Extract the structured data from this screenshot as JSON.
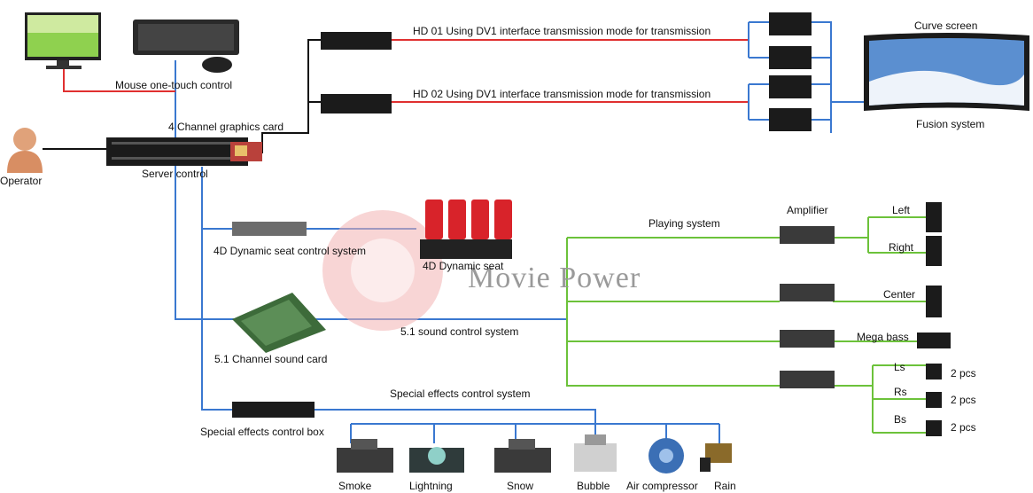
{
  "colors": {
    "blue_line": "#3a78d0",
    "red_line": "#e03030",
    "green_line": "#6cc23a",
    "black_line": "#111111",
    "device_dark": "#1b1b1b",
    "seat_red": "#d8232a",
    "watermark_red": "#f2b3b3"
  },
  "top": {
    "mouse_control": "Mouse one-touch control",
    "graphics_card": "4 Channel graphics card",
    "server_control": "Server control",
    "operator": "Operator",
    "hd01": "HD 01 Using DV1 interface transmission mode for transmission",
    "hd02": "HD 02 Using DV1 interface transmission mode for transmission",
    "curve_screen": "Curve screen",
    "fusion_system": "Fusion system"
  },
  "middle": {
    "seat_control": "4D Dynamic seat control system",
    "dynamic_seat": "4D Dynamic seat",
    "watermark": "Movie Power",
    "sound_control": "5.1 sound control system",
    "sound_card": "5.1 Channel sound card",
    "playing_system": "Playing system",
    "amplifier": "Amplifier",
    "left": "Left",
    "right": "Right",
    "center": "Center",
    "mega_bass": "Mega bass",
    "ls": "Ls",
    "rs": "Rs",
    "bs": "Bs",
    "pcs1": "2 pcs",
    "pcs2": "2 pcs",
    "pcs3": "2 pcs"
  },
  "bottom": {
    "effects_system": "Special effects control system",
    "effects_box": "Special effects control box",
    "devices": [
      "Smoke",
      "Lightning",
      "Snow",
      "Bubble",
      "Air compressor",
      "Rain"
    ]
  }
}
